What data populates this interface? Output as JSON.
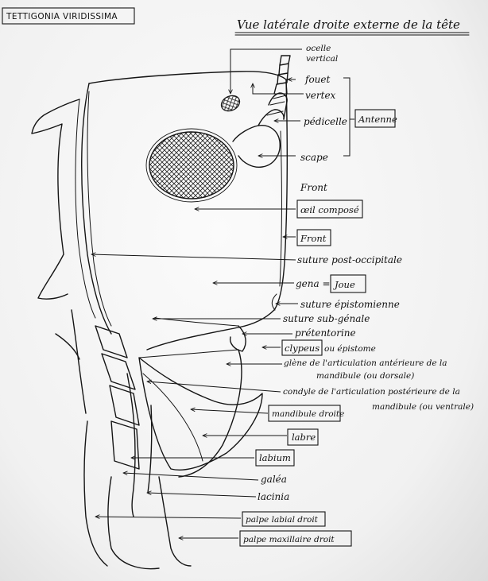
{
  "header": {
    "species": "TETTIGONIA VIRIDISSIMA",
    "title": "Vue latérale droite externe de la tête"
  },
  "labels": {
    "ocelle": "ocelle",
    "vertical": "vertical",
    "fouet": "fouet",
    "vertex": "vertex",
    "pedicelle": "pédicelle",
    "antenne": "Antenne",
    "scape": "scape",
    "front_top": "Front",
    "oeil_compose": "œil composé",
    "front_box": "Front",
    "suture_post_occipitale": "suture post-occipitale",
    "gena": "gena =",
    "joue": "Joue",
    "suture_epistomienne": "suture épistomienne",
    "suture_sub_genale": "suture sub-génale",
    "pretentorine": "prétentorine",
    "clypeus": "clypeus",
    "ou_epistome": "ou épistome",
    "glene_line1": "glène de l'articulation antérieure de la",
    "glene_line2": "mandibule (ou dorsale)",
    "condyle_line1": "condyle de l'articulation postérieure de la",
    "condyle_line2": "mandibule (ou ventrale)",
    "mandibule_droite": "mandibule droite",
    "labre": "labre",
    "labium": "labium",
    "galea": "galéa",
    "lacinia": "lacinia",
    "palpe_labial": "palpe labial droit",
    "palpe_maxillaire": "palpe maxillaire droit"
  }
}
